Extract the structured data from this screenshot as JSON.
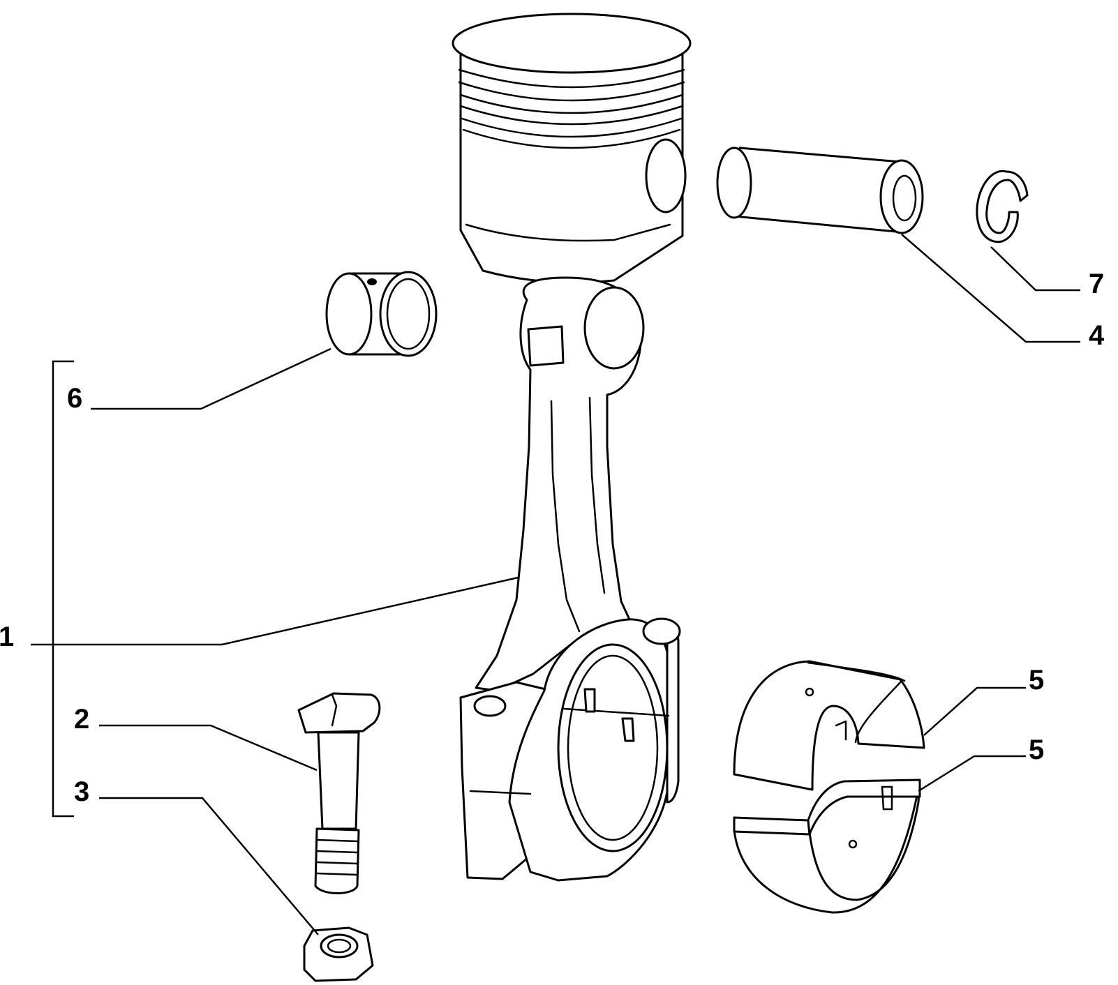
{
  "diagram": {
    "callouts": [
      {
        "id": "1",
        "label": "1"
      },
      {
        "id": "2",
        "label": "2"
      },
      {
        "id": "3",
        "label": "3"
      },
      {
        "id": "4",
        "label": "4"
      },
      {
        "id": "5a",
        "label": "5"
      },
      {
        "id": "5b",
        "label": "5"
      },
      {
        "id": "6",
        "label": "6"
      },
      {
        "id": "7",
        "label": "7"
      }
    ],
    "colors": {
      "line": "#000000",
      "background": "#ffffff"
    }
  }
}
